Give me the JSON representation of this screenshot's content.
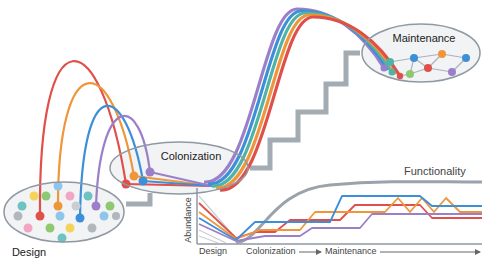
{
  "diagram": {
    "nodes": [
      {
        "text": [
          "Design"
        ]
      },
      {
        "text": [
          "Colonization"
        ]
      },
      {
        "text": [
          "Maintenance"
        ]
      }
    ],
    "edges": [
      {
        "from": 0,
        "to": 1,
        "arrow": "none"
      },
      {
        "from": 1,
        "to": 2,
        "arrow": "none"
      }
    ],
    "labels": [
      "Functionality",
      "Abundance",
      "Design",
      "Colonization",
      "Maintenance"
    ]
  }
}
